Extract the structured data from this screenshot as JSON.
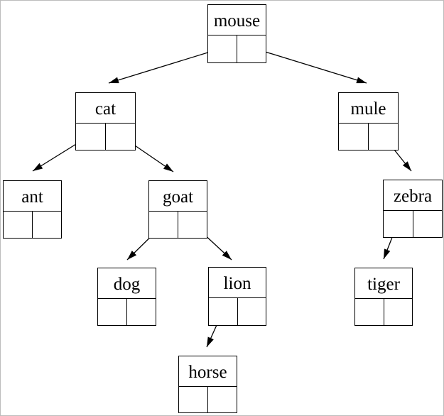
{
  "diagram": {
    "type": "binary-tree",
    "background_color": "#ffffff",
    "line_color": "#000000",
    "frame_color": "#bcbcbc",
    "root": "mouse",
    "nodes": [
      {
        "id": "mouse",
        "label": "mouse",
        "left_child": "cat",
        "right_child": "mule"
      },
      {
        "id": "cat",
        "label": "cat",
        "left_child": "ant",
        "right_child": "goat"
      },
      {
        "id": "mule",
        "label": "mule",
        "left_child": null,
        "right_child": "zebra"
      },
      {
        "id": "ant",
        "label": "ant",
        "left_child": null,
        "right_child": null
      },
      {
        "id": "goat",
        "label": "goat",
        "left_child": "dog",
        "right_child": "lion"
      },
      {
        "id": "zebra",
        "label": "zebra",
        "left_child": "tiger",
        "right_child": null
      },
      {
        "id": "dog",
        "label": "dog",
        "left_child": null,
        "right_child": null
      },
      {
        "id": "lion",
        "label": "lion",
        "left_child": "horse",
        "right_child": null
      },
      {
        "id": "tiger",
        "label": "tiger",
        "left_child": null,
        "right_child": null
      },
      {
        "id": "horse",
        "label": "horse",
        "left_child": null,
        "right_child": null
      }
    ]
  }
}
